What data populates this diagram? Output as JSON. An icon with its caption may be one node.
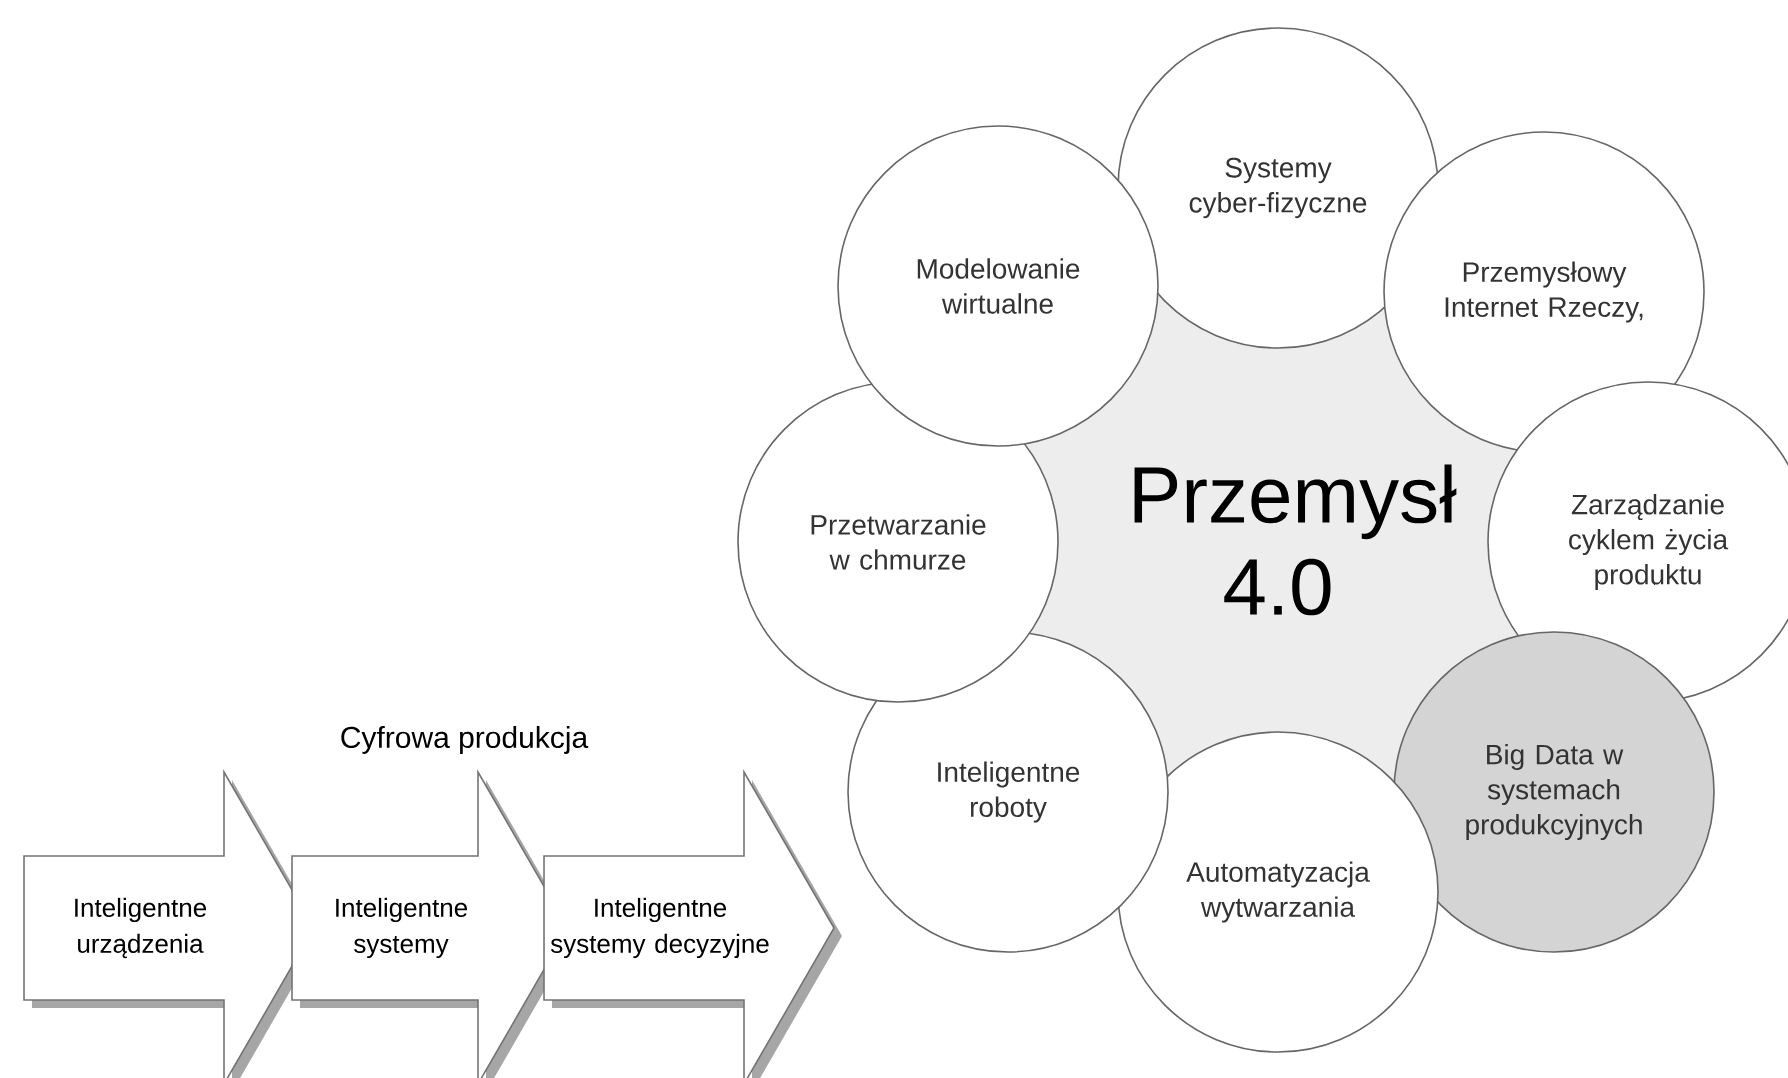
{
  "diagram": {
    "nodes": [
      {
        "text": [
          "Przemysł 4.0"
        ]
      },
      {
        "text": [
          "Systemy cyber-fizyczne"
        ]
      },
      {
        "text": [
          "Przemysłowy Internet Rzeczy,"
        ]
      },
      {
        "text": [
          "Zarządzanie cyklem życia produktu"
        ]
      },
      {
        "text": [
          "Big Data w systemach produkcyjnych"
        ]
      },
      {
        "text": [
          "Automatyzacja wytwarzania"
        ]
      },
      {
        "text": [
          "Inteligentne roboty"
        ]
      },
      {
        "text": [
          "Przetwarzanie w chmurze"
        ]
      },
      {
        "text": [
          "Modelowanie wirtualne"
        ]
      },
      {
        "text": [
          "Inteligentne urządzenia"
        ]
      },
      {
        "text": [
          "Inteligentne systemy"
        ]
      },
      {
        "text": [
          "Inteligentne systemy decyzyjne"
        ]
      }
    ],
    "labels": [
      "Cyfrowa produkcja"
    ]
  }
}
